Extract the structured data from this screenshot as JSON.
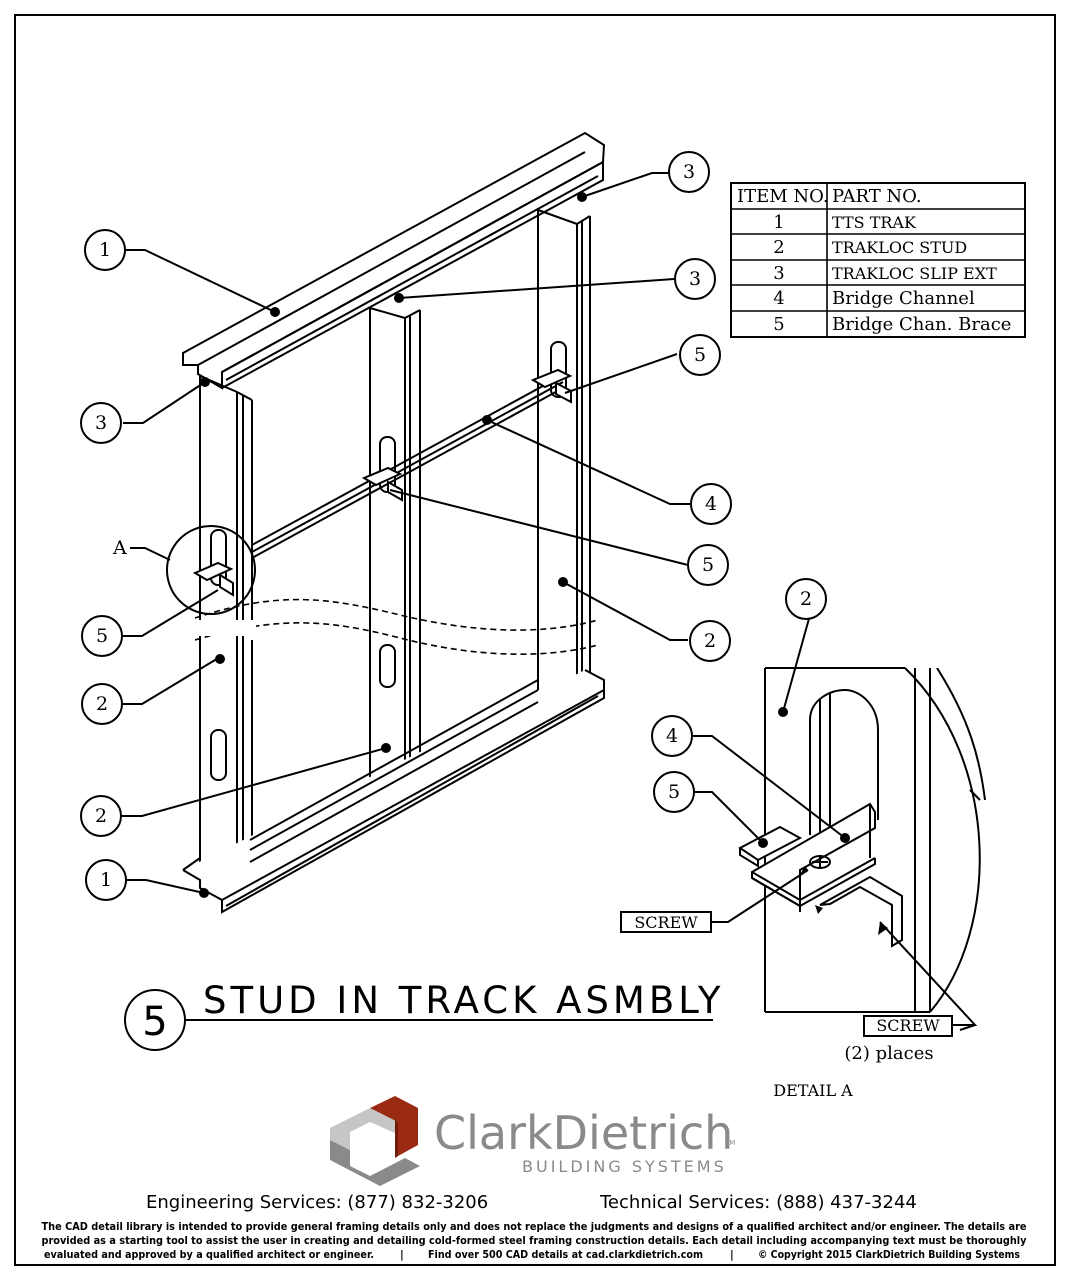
{
  "parts_table": {
    "headers": [
      "ITEM NO.",
      "PART NO."
    ],
    "rows": [
      {
        "item": "1",
        "part": "TTS TRAK"
      },
      {
        "item": "2",
        "part": "TRAKLOC STUD"
      },
      {
        "item": "3",
        "part": "TRAKLOC SLIP EXT"
      },
      {
        "item": "4",
        "part": "Bridge Channel"
      },
      {
        "item": "5",
        "part": "Bridge Chan. Brace"
      }
    ]
  },
  "callouts": {
    "c1_top": "1",
    "c3_top_right": "3",
    "c3_mid": "3",
    "c3_left": "3",
    "c5_right": "5",
    "c4": "4",
    "c5_mid": "5",
    "c2_right": "2",
    "c5_left": "5",
    "c2_left": "2",
    "c2_bottom": "2",
    "c1_bottom": "1",
    "detail_label": "A",
    "d2": "2",
    "d4": "4",
    "d5": "5"
  },
  "detail": {
    "screw_label_1": "SCREW",
    "screw_label_2": "SCREW",
    "places": "(2) places",
    "title": "DETAIL A"
  },
  "drawing_title": {
    "number": "5",
    "text": "STUD IN TRACK ASMBLY"
  },
  "logo": {
    "name": "ClarkDietrich",
    "tm": "TM",
    "sub": "BUILDING SYSTEMS",
    "colors": {
      "red": "#9b2a12",
      "grey": "#8a8a8a",
      "light": "#c6c6c6"
    }
  },
  "services": {
    "engineering": "Engineering Services: (877) 832-3206",
    "technical": "Technical Services: (888) 437-3244"
  },
  "disclaimer": {
    "line1": "The CAD detail library is intended to provide general framing details only and does not replace the judgments and designs of a qualified architect and/or engineer. The details are",
    "line2": "provided as a starting tool to assist the user in creating and detailing cold-formed steel framing construction details. Each detail including accompanying text must be thoroughly",
    "line3_a": "evaluated and approved by a qualified architect or engineer.",
    "line3_b": "Find over 500 CAD details at cad.clarkdietrich.com",
    "line3_c": "© Copyright 2015 ClarkDietrich Building Systems"
  }
}
